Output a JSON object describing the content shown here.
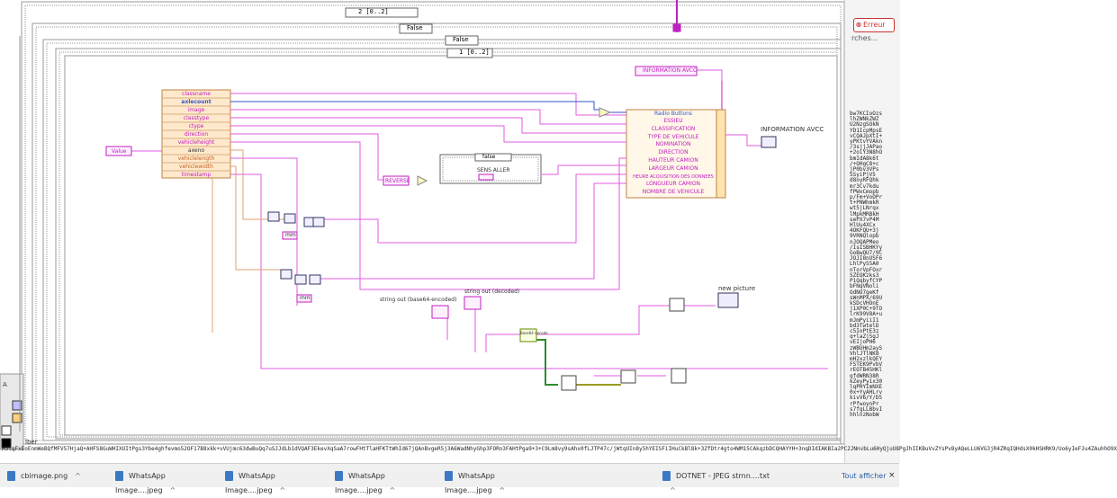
{
  "case_selectors": {
    "outer_seq": "2 [0..2]",
    "case1": "False",
    "case2": "False",
    "inner_seq": "1 [0..2]",
    "inner_case": "false"
  },
  "unbundle": {
    "items": [
      "classname",
      "axlecount",
      "image",
      "classtype",
      "ctype",
      "direction",
      "vehicleheight",
      "axeno",
      "vehiclelength",
      "vehiclewidth",
      "timestamp"
    ]
  },
  "property_node": {
    "header": "Radio Buttons",
    "items": [
      "ESSIEU",
      "CLASSIFICATION",
      "TYPE DE VEHICULE",
      "NOMINATION",
      "DIRECTION",
      "HAUTEUR CAMION",
      "LARGEUR CAMION",
      "HEURE ACQUISITION DES DONNEES",
      "LONGUEUR CAMION",
      "NOMBRE DE VEHICULE"
    ]
  },
  "labels": {
    "info_avcc_ref": "INFORMATION AVCC",
    "info_avcc_indicator": "INFORMATION AVCC",
    "value_ctrl": "Value",
    "reverse": "REVERSE",
    "sens_aller": "SENS ALLER",
    "string_out_b64": "string out (base64-encoded)",
    "string_out_decoded": "string out (decoded)",
    "new_picture": "new picture",
    "decode_block": "Base64 decode",
    "mm1": "mm",
    "mm2": "mm"
  },
  "left_palette": {
    "letter": "A",
    "lbl": "lber"
  },
  "browser": {
    "error_label": "Erreur",
    "side_text": "rches...",
    "base64_column": "bw7KCIoOzs\nlhZWNkZWZ\nU2NzgSOkN\nYD1IcpMpsE\nvCQAJpXtI+\nyPKtvYVAkn\n/3sjjJAPao\n+2oiY3N8hO\nbmIdA8k6t\n/+OHgC8+c\njP0bv3VPs\nSSyiPjV5\nd8oyRFQhk\nmr3Cv7kdu\nfPWxCmopb\np/Fm+VoOPr\nt+PNWhmkR\nwt5jLNrqx\nlMpkMRBkH\nsePX7vP4M\nHlUu4XCx\n4OKFQU+3j\n9VRNQlopb\nnJOQAPMeo\n/IsISBHKYy\nGoBwQU7/9C\nJOJI8nUSF6\nLhlPy55A0\nnTorVpFOxr\nSZEQKzks3\nP1QqbyfCYP\nbFNqVNoli\nOdNO7geKf\nsWnMPX/69U\nkSDcVHOnE\nj1XP0C+9TO\nlrK99V8A+u\nmJmPyiiI1\nbd3TwtelD\nc5IoPtE3z\nq+laZj5gJ\nvEIjoPH6\nzWBUHm2ayS\nVhlJTlNK8\nmH2xzlkQEY\nFSTEK9PvbV\nrEOTB45HKl\nqfdWRN38R\nkZeyPy1x30\nlqPHYImNXE\n0x+YyAHLrv\nkivV6/Y/D5\nrPfwoynPr\ns7fgLLBbvI\nhhlnzNobW"
  },
  "bottom_string": "H5lqFxEoEnmWeBQfMFV57HjaQ+AHFS8GuWHIXUItPgs3Ybe4ghfevmo52OF17B8xkk+vVUjmc63dwBuQq7uSJJdLb1dVQAF3EkevXqSaA7rowFHtTlaHFKTtWhId67jQAnBvgeR5j3A6WadNhyGhp3FORn3FAHtPga9+3+C9Lm8vy9sAhx0fLJTP47c/jWtqUIn8y5hYEISFiIHuCkBl8k+3ZfDtr4gto4WM15CAkqzbDCQHAYYH+3nqDIdIAKBIa2PC2JNnvbLu6HyQjuU8PgJhIIKBuVvZYsPv8yAQeLLU6VG3jR4ZRqIQHdsX0kHSHRK9/Uo6yIeFJu4ZAuhhO9X",
  "taskbar": {
    "items": [
      "cbimage.png",
      "WhatsApp Image....jpeg",
      "WhatsApp Image....jpeg",
      "WhatsApp Image....jpeg",
      "WhatsApp Image....jpeg",
      "DOTNET - JPEG strnn....txt"
    ],
    "show_all": "Tout afficher",
    "close": "×"
  },
  "colors": {
    "pink_wire": "#e15be1",
    "magenta_wire": "#c020c0",
    "orange_wire": "#e0a070",
    "blue_wire": "#3355cc",
    "green_wire": "#2e8b2e",
    "olive_wire": "#9a9a20",
    "frame": "#9a9a9a"
  }
}
